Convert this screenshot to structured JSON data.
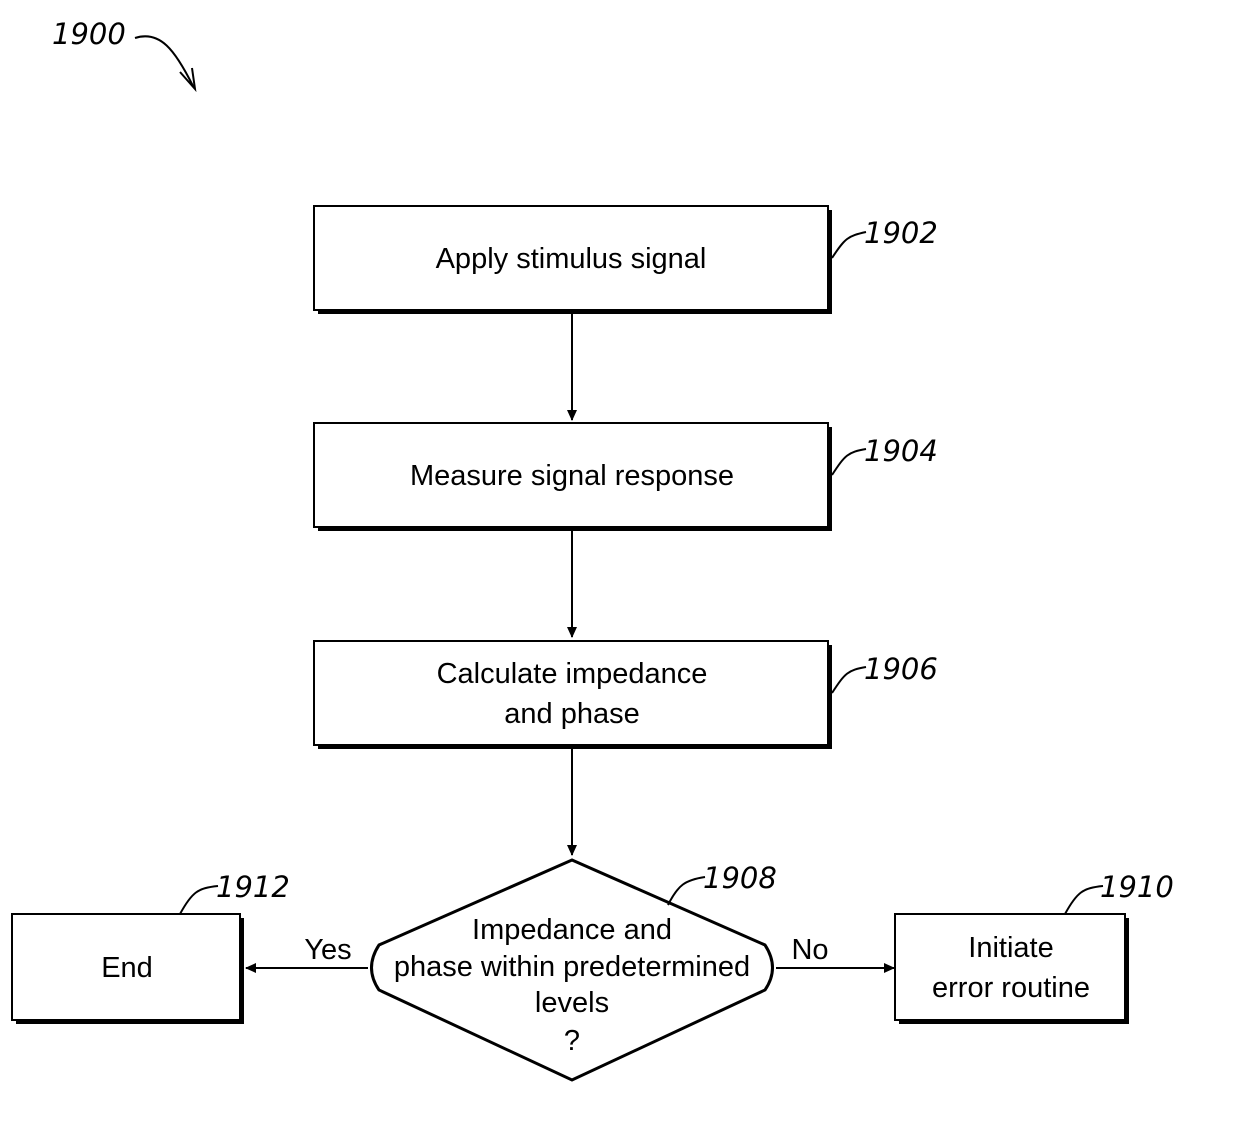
{
  "figure": {
    "ref": "1900"
  },
  "steps": {
    "s1902": {
      "ref": "1902",
      "line1": "Apply stimulus signal"
    },
    "s1904": {
      "ref": "1904",
      "line1": "Measure signal response"
    },
    "s1906": {
      "ref": "1906",
      "line1": "Calculate impedance",
      "line2": "and phase"
    },
    "s1908": {
      "ref": "1908",
      "line1": "Impedance and",
      "line2": "phase within predetermined",
      "line3": "levels",
      "line4": "?"
    },
    "s1910": {
      "ref": "1910",
      "line1": "Initiate",
      "line2": "error routine"
    },
    "s1912": {
      "ref": "1912",
      "line1": "End"
    }
  },
  "branches": {
    "yes": "Yes",
    "no": "No"
  }
}
